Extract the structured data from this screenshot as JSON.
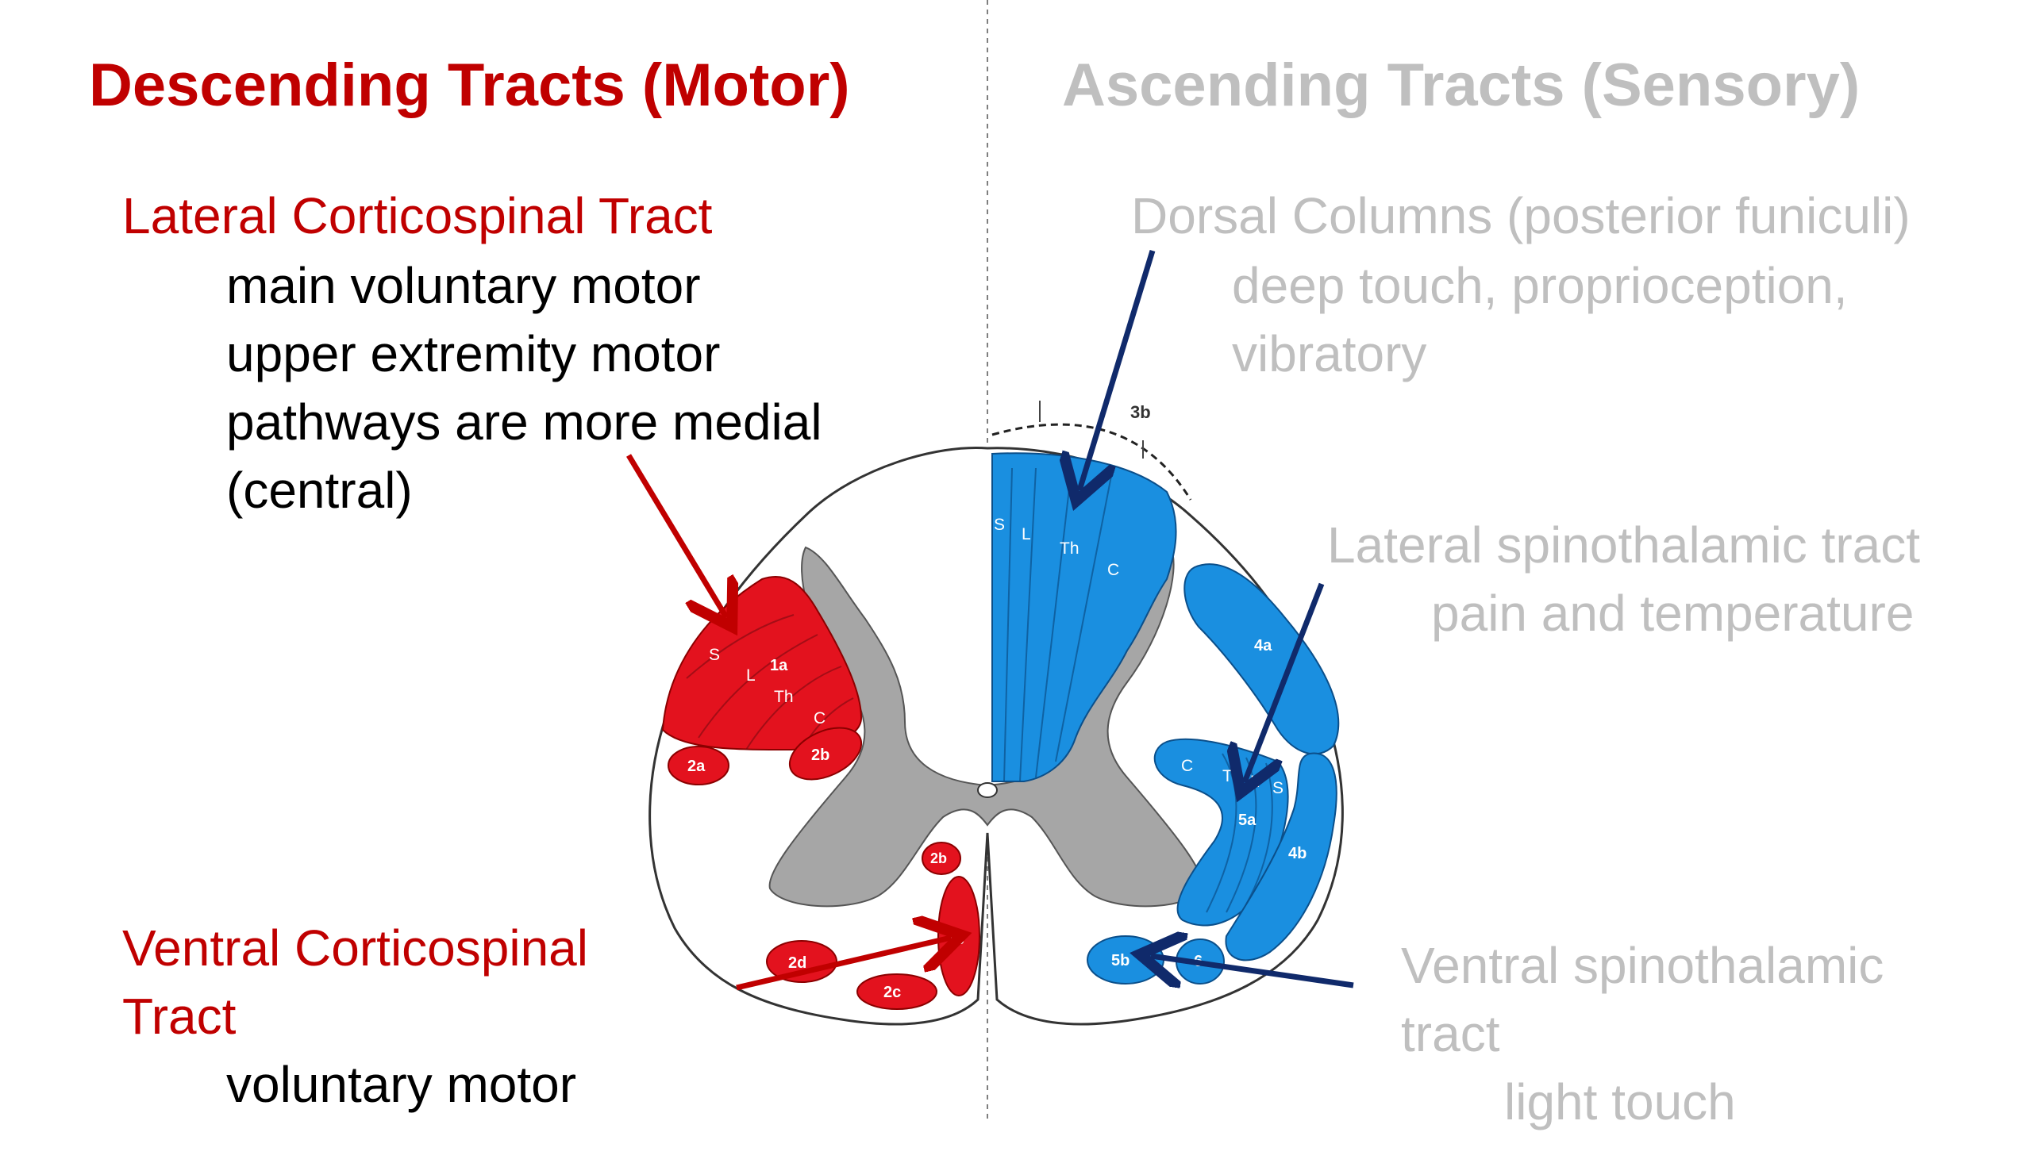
{
  "colors": {
    "motor": "#C00000",
    "sensory_gray": "#BFBFBF",
    "tract_red": "#E3121E",
    "tract_blue": "#1A8FE0",
    "gray_matter": "#A6A6A6",
    "arrow_navy": "#102A6B",
    "arrow_red": "#C00000"
  },
  "headings": {
    "descending": "Descending Tracts (Motor)",
    "ascending": "Ascending Tracts (Sensory)"
  },
  "lateral_cst": {
    "title": "Lateral Corticospinal Tract",
    "lines": [
      "main voluntary motor",
      "upper extremity motor",
      "pathways are more medial",
      "(central)"
    ]
  },
  "ventral_cst": {
    "title_lines": [
      "Ventral Corticospinal",
      "Tract"
    ],
    "lines": [
      "voluntary motor"
    ]
  },
  "dorsal_columns": {
    "title": "Dorsal Columns (posterior funiculi)",
    "lines": [
      "deep touch, proprioception,",
      "vibratory"
    ]
  },
  "lateral_stt": {
    "title": "Lateral spinothalamic tract",
    "lines": [
      "pain and temperature"
    ]
  },
  "ventral_stt": {
    "title_lines": [
      "Ventral spinothalamic",
      "tract"
    ],
    "lines": [
      "light touch"
    ]
  },
  "diagram_labels": {
    "label_3b": "3b",
    "lcst": {
      "S": "S",
      "L": "L",
      "1a": "1a",
      "Th": "Th",
      "C": "C"
    },
    "r_2a": "2a",
    "r_2b_top": "2b",
    "r_2b_bottom": "2b",
    "r_1b": "1b",
    "r_2d": "2d",
    "r_2c": "2c",
    "dorsal": {
      "S": "S",
      "L": "L",
      "Th": "Th",
      "C": "C"
    },
    "b_4a": "4a",
    "b_4b": "4b",
    "b_5a": "5a",
    "b_5b": "5b",
    "lstt": {
      "C": "C",
      "T": "T",
      "L": "L",
      "S": "S"
    },
    "b_6": "6"
  }
}
